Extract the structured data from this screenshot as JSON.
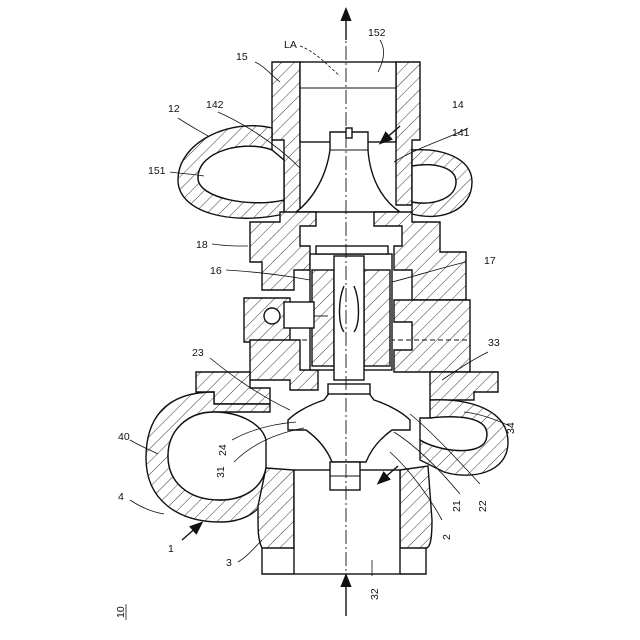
{
  "figure": {
    "number": "10",
    "axis_label": "LA",
    "labels": {
      "l1": "1",
      "l2": "2",
      "l3": "3",
      "l4": "4",
      "l12": "12",
      "l14": "14",
      "l15": "15",
      "l16": "16",
      "l17": "17",
      "l18": "18",
      "l21": "21",
      "l22": "22",
      "l23": "23",
      "l24": "24",
      "l31": "31",
      "l32": "32",
      "l33": "33",
      "l34": "34",
      "l40": "40",
      "l141": "141",
      "l142": "142",
      "l151": "151",
      "l152": "152"
    }
  }
}
